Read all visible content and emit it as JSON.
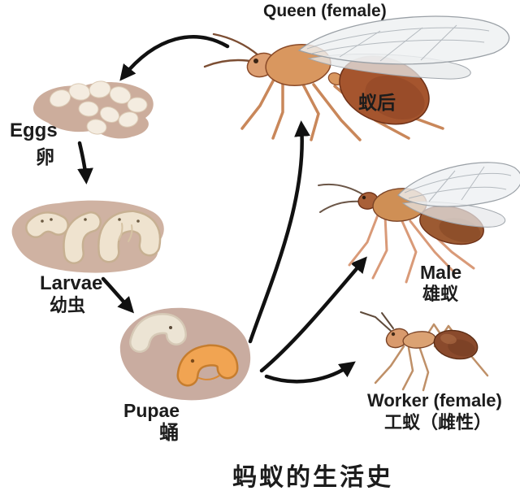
{
  "title": "蚂蚁的生活史",
  "labels": {
    "queen_en": "Queen (female)",
    "queen_zh": "蚁后",
    "male_en": "Male",
    "male_zh": "雄蚁",
    "worker_en": "Worker (female)",
    "worker_zh": "工蚁（雌性）",
    "eggs_en": "Eggs",
    "eggs_zh": "卵",
    "larvae_en": "Larvae",
    "larvae_zh": "幼虫",
    "pupae_en": "Pupae",
    "pupae_zh": "蛹"
  },
  "colors": {
    "background": "#ffffff",
    "text": "#1c1c1c",
    "arrow": "#111111",
    "substrate_tan": "#ccad9c",
    "egg_cream": "#f4ece0",
    "larva_cream": "#efe3cf",
    "pupa_light": "#ece4d4",
    "pupa_orange": "#f1a452",
    "ant_body_light": "#d9975f",
    "ant_abdomen_dark": "#a5552e",
    "wing_gray": "#eef0f2"
  }
}
